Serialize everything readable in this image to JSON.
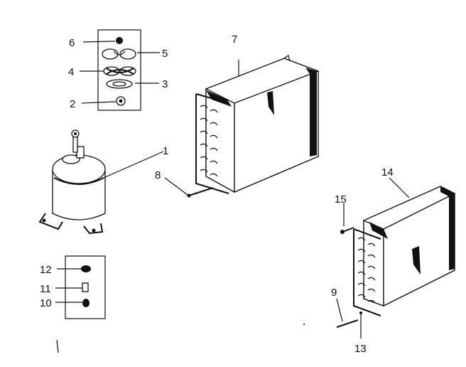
{
  "callouts": {
    "c1": "1",
    "c2": "2",
    "c3": "3",
    "c4": "4",
    "c5": "5",
    "c6": "6",
    "c7": "7",
    "c8": "8",
    "c9": "9",
    "c10": "10",
    "c11": "11",
    "c12": "12",
    "c13": "13",
    "c14": "14",
    "c15": "15"
  },
  "colors": {
    "ink": "#111111",
    "paper": "#ffffff"
  }
}
